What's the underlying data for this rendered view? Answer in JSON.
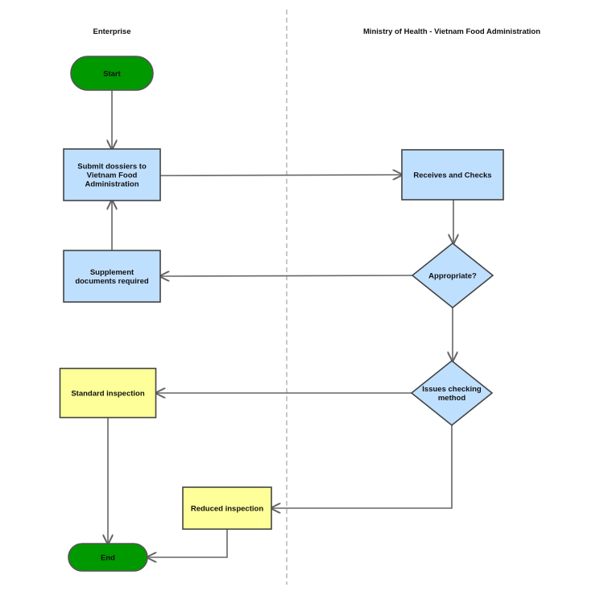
{
  "lanes": {
    "left": "Enterprise",
    "right": "Ministry of Health - Vietnam Food Administration"
  },
  "nodes": {
    "start": {
      "shape": "terminator",
      "lines": [
        "Start"
      ]
    },
    "submit": {
      "shape": "process",
      "lines": [
        "Submit dossiers to",
        "Vietnam Food",
        "Administration"
      ]
    },
    "supplement": {
      "shape": "process",
      "lines": [
        "Supplement",
        "documents required"
      ]
    },
    "standard": {
      "shape": "process-yellow",
      "lines": [
        "Standard inspection"
      ]
    },
    "reduced": {
      "shape": "process-yellow",
      "lines": [
        "Reduced inspection"
      ]
    },
    "end": {
      "shape": "terminator",
      "lines": [
        "End"
      ]
    },
    "receives": {
      "shape": "process",
      "lines": [
        "Receives and Checks"
      ]
    },
    "appropriate": {
      "shape": "decision",
      "lines": [
        "Appropriate?"
      ]
    },
    "issues": {
      "shape": "decision",
      "lines": [
        "Issues checking",
        "method"
      ]
    }
  },
  "edges": [
    {
      "from": "start",
      "to": "submit"
    },
    {
      "from": "submit",
      "to": "receives"
    },
    {
      "from": "receives",
      "to": "appropriate"
    },
    {
      "from": "appropriate",
      "to": "supplement"
    },
    {
      "from": "supplement",
      "to": "submit"
    },
    {
      "from": "appropriate",
      "to": "issues"
    },
    {
      "from": "issues",
      "to": "standard"
    },
    {
      "from": "issues",
      "to": "reduced"
    },
    {
      "from": "standard",
      "to": "end"
    },
    {
      "from": "reduced",
      "to": "end"
    }
  ],
  "colors": {
    "terminator_fill": "#009900",
    "terminator_stroke": "#555555",
    "terminator_text": "#ffffff",
    "process_fill": "#bfdfff",
    "process_yellow_fill": "#ffff99",
    "node_stroke": "#444444",
    "edge": "#666666",
    "lane_divider": "#bbbbbb"
  }
}
